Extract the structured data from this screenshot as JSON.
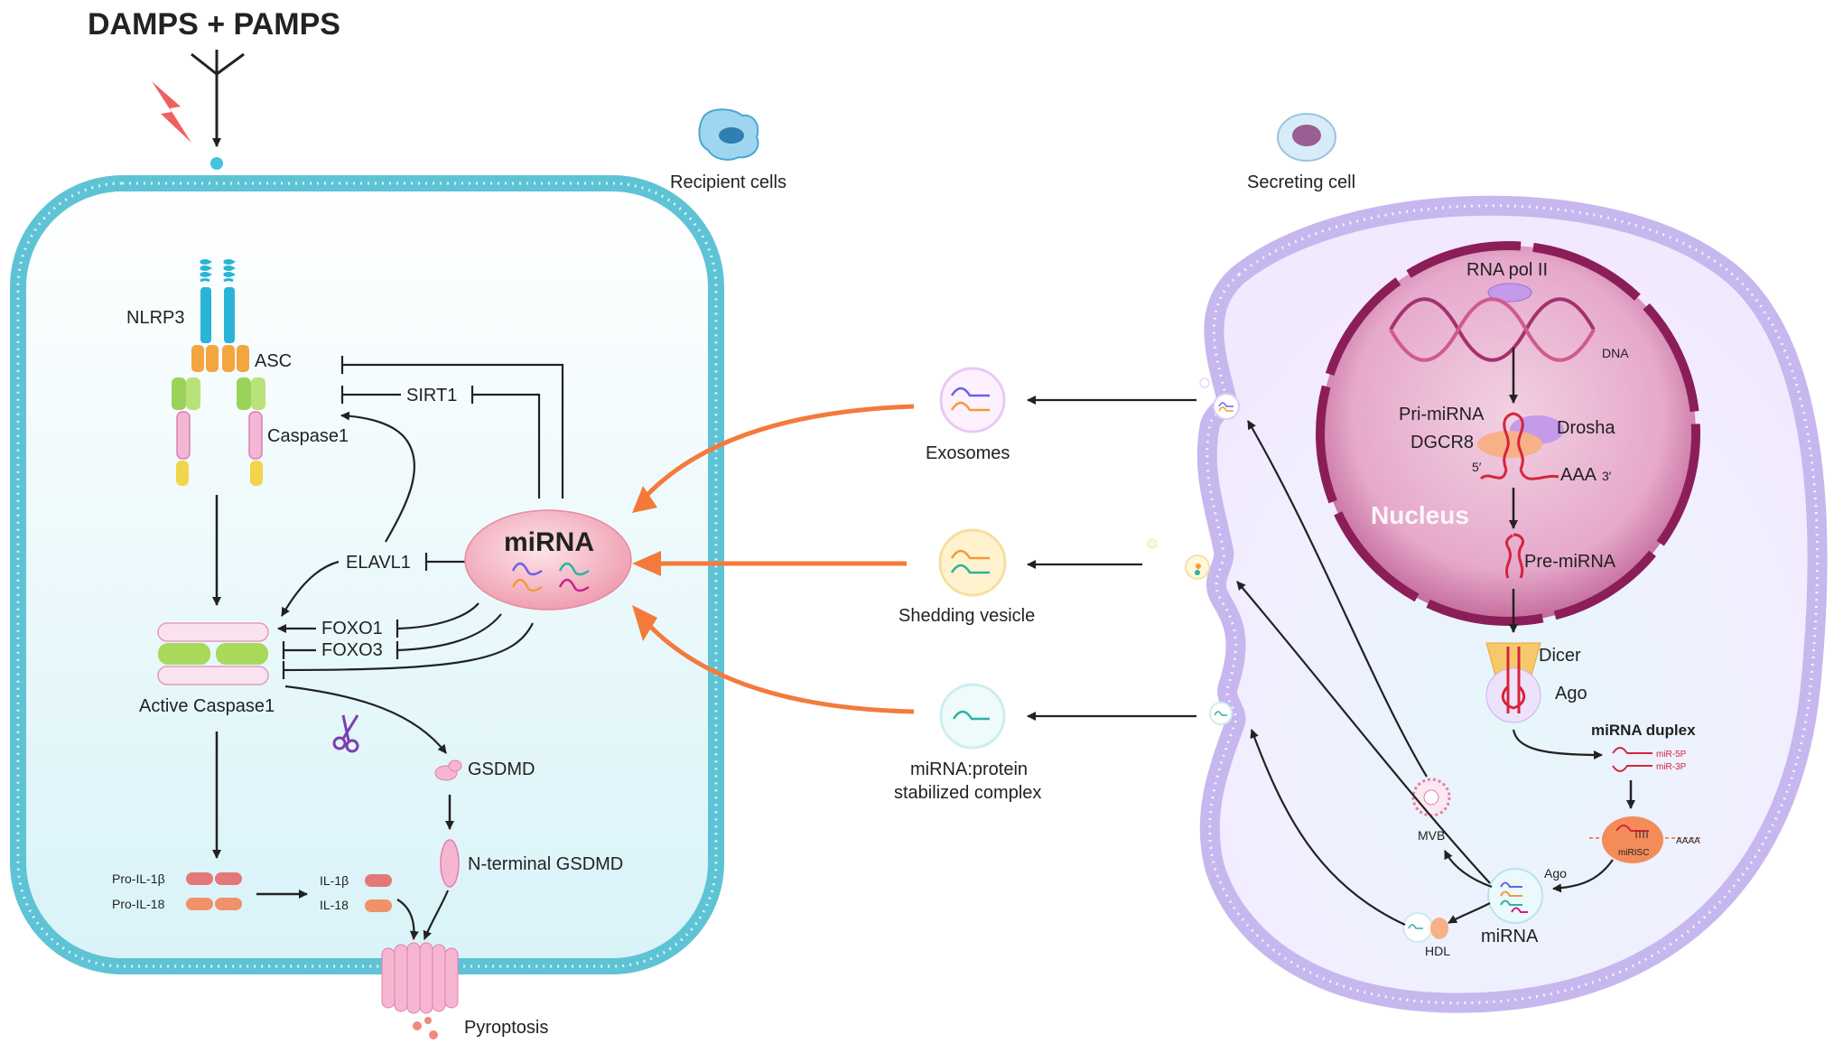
{
  "title": "DAMPS + PAMPS",
  "recipient": {
    "caption": "Recipient cells",
    "nlrp3": "NLRP3",
    "asc": "ASC",
    "caspase1": "Caspase1",
    "sirt1": "SIRT1",
    "elavl1": "ELAVL1",
    "foxo1": "FOXO1",
    "foxo3": "FOXO3",
    "active_caspase1": "Active Caspase1",
    "gsdmd": "GSDMD",
    "n_terminal_gsdmd": "N-terminal GSDMD",
    "pro_il1b": "Pro-IL-1β",
    "pro_il18": "Pro-IL-18",
    "il1b": "IL-1β",
    "il18": "IL-18",
    "pyroptosis": "Pyroptosis",
    "mirna": "miRNA"
  },
  "transport": {
    "exosomes": "Exosomes",
    "shedding_vesicle": "Shedding vesicle",
    "complex_line1": "miRNA:protein",
    "complex_line2": "stabilized complex"
  },
  "secreting": {
    "caption": "Secreting cell",
    "rna_pol": "RNA pol II",
    "dna": "DNA",
    "pri_mirna": "Pri-miRNA",
    "drosha": "Drosha",
    "dgcr8": "DGCR8",
    "five_prime": "5′",
    "aaa": "AAA",
    "three_prime": "3′",
    "nucleus": "Nucleus",
    "pre_mirna": "Pre-miRNA",
    "dicer": "Dicer",
    "ago": "Ago",
    "duplex": "miRNA duplex",
    "mir5p": "miR-5P",
    "mir3p": "miR-3P",
    "mirisc": "miRISC",
    "aaaa": "AAAA",
    "mvb": "MVB",
    "ago2": "Ago",
    "mirna": "miRNA",
    "hdl": "HDL"
  },
  "colors": {
    "membrane_blue": "#5fc3d6",
    "secreting_membrane": "#c7b7ef",
    "nucleus": "#a4316f",
    "orange_arrow": "#f47a3b",
    "mirna_oval": "#f4b9c6"
  }
}
